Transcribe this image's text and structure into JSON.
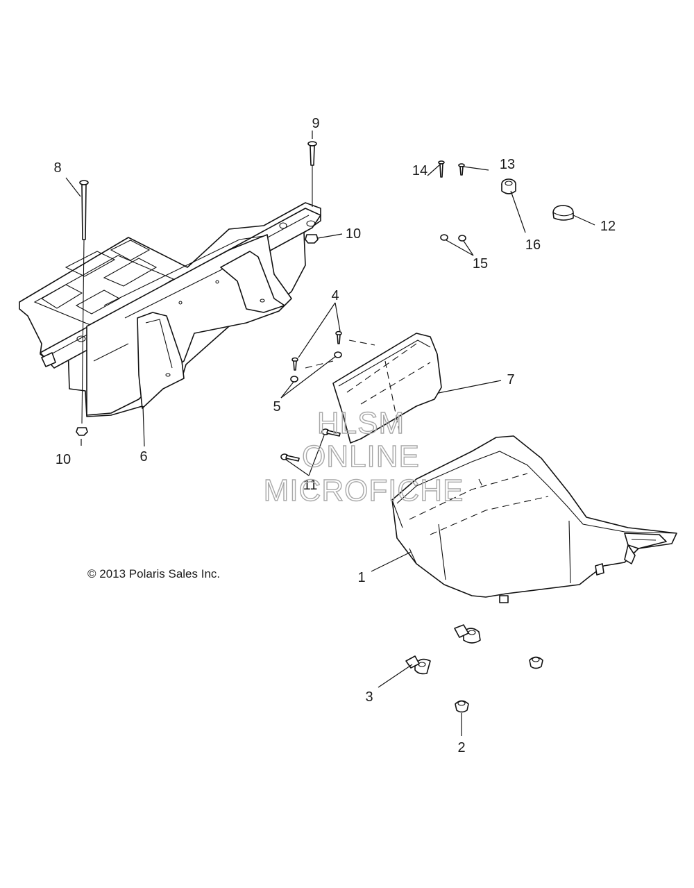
{
  "copyright": "© 2013 Polaris Sales Inc.",
  "watermark": {
    "line1": "HLSM",
    "line2": "ONLINE",
    "line3": "MICROFICHE"
  },
  "callouts": {
    "c1": "1",
    "c2": "2",
    "c3": "3",
    "c4": "4",
    "c5": "5",
    "c6": "6",
    "c7": "7",
    "c8": "8",
    "c9": "9",
    "c10a": "10",
    "c10b": "10",
    "c11": "11",
    "c12": "12",
    "c13": "13",
    "c14": "14",
    "c15": "15",
    "c16": "16"
  }
}
